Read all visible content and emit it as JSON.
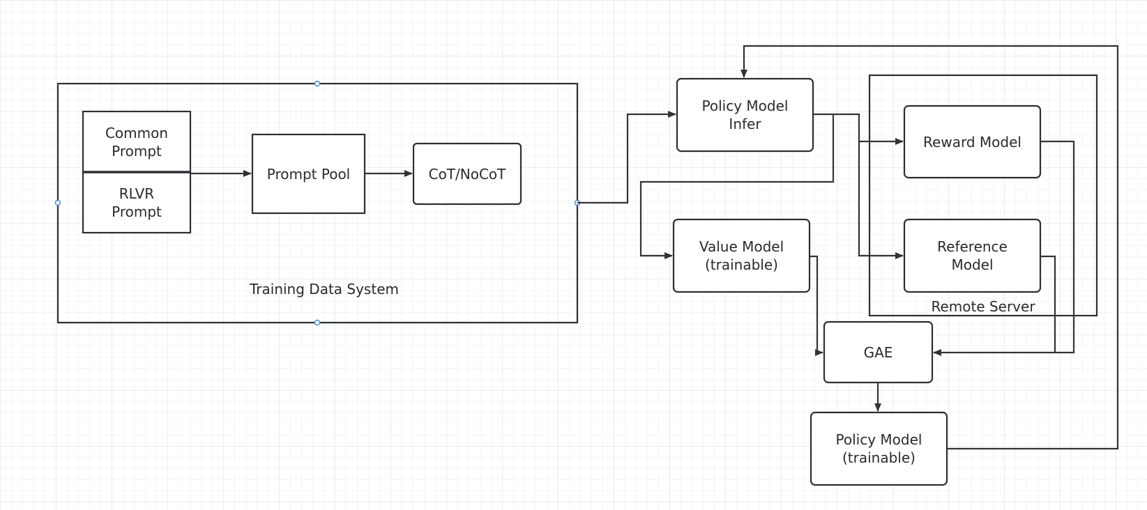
{
  "diagram": {
    "containers": {
      "training_data_system": "Training Data System",
      "remote_server": "Remote Server"
    },
    "nodes": {
      "common_prompt": "Common\nPrompt",
      "rlvr_prompt": "RLVR\nPrompt",
      "prompt_pool": "Prompt Pool",
      "cot_nocot": "CoT/NoCoT",
      "policy_model_infer": "Policy Model\nInfer",
      "reward_model": "Reward Model",
      "reference_model": "Reference\nModel",
      "value_model": "Value Model\n(trainable)",
      "gae": "GAE",
      "policy_model_trainable": "Policy Model\n(trainable)"
    },
    "colors": {
      "stroke": "#2b2f33",
      "edge": "#333333",
      "selection_handle": "#3c8ad8",
      "grid": "#ececec"
    }
  }
}
